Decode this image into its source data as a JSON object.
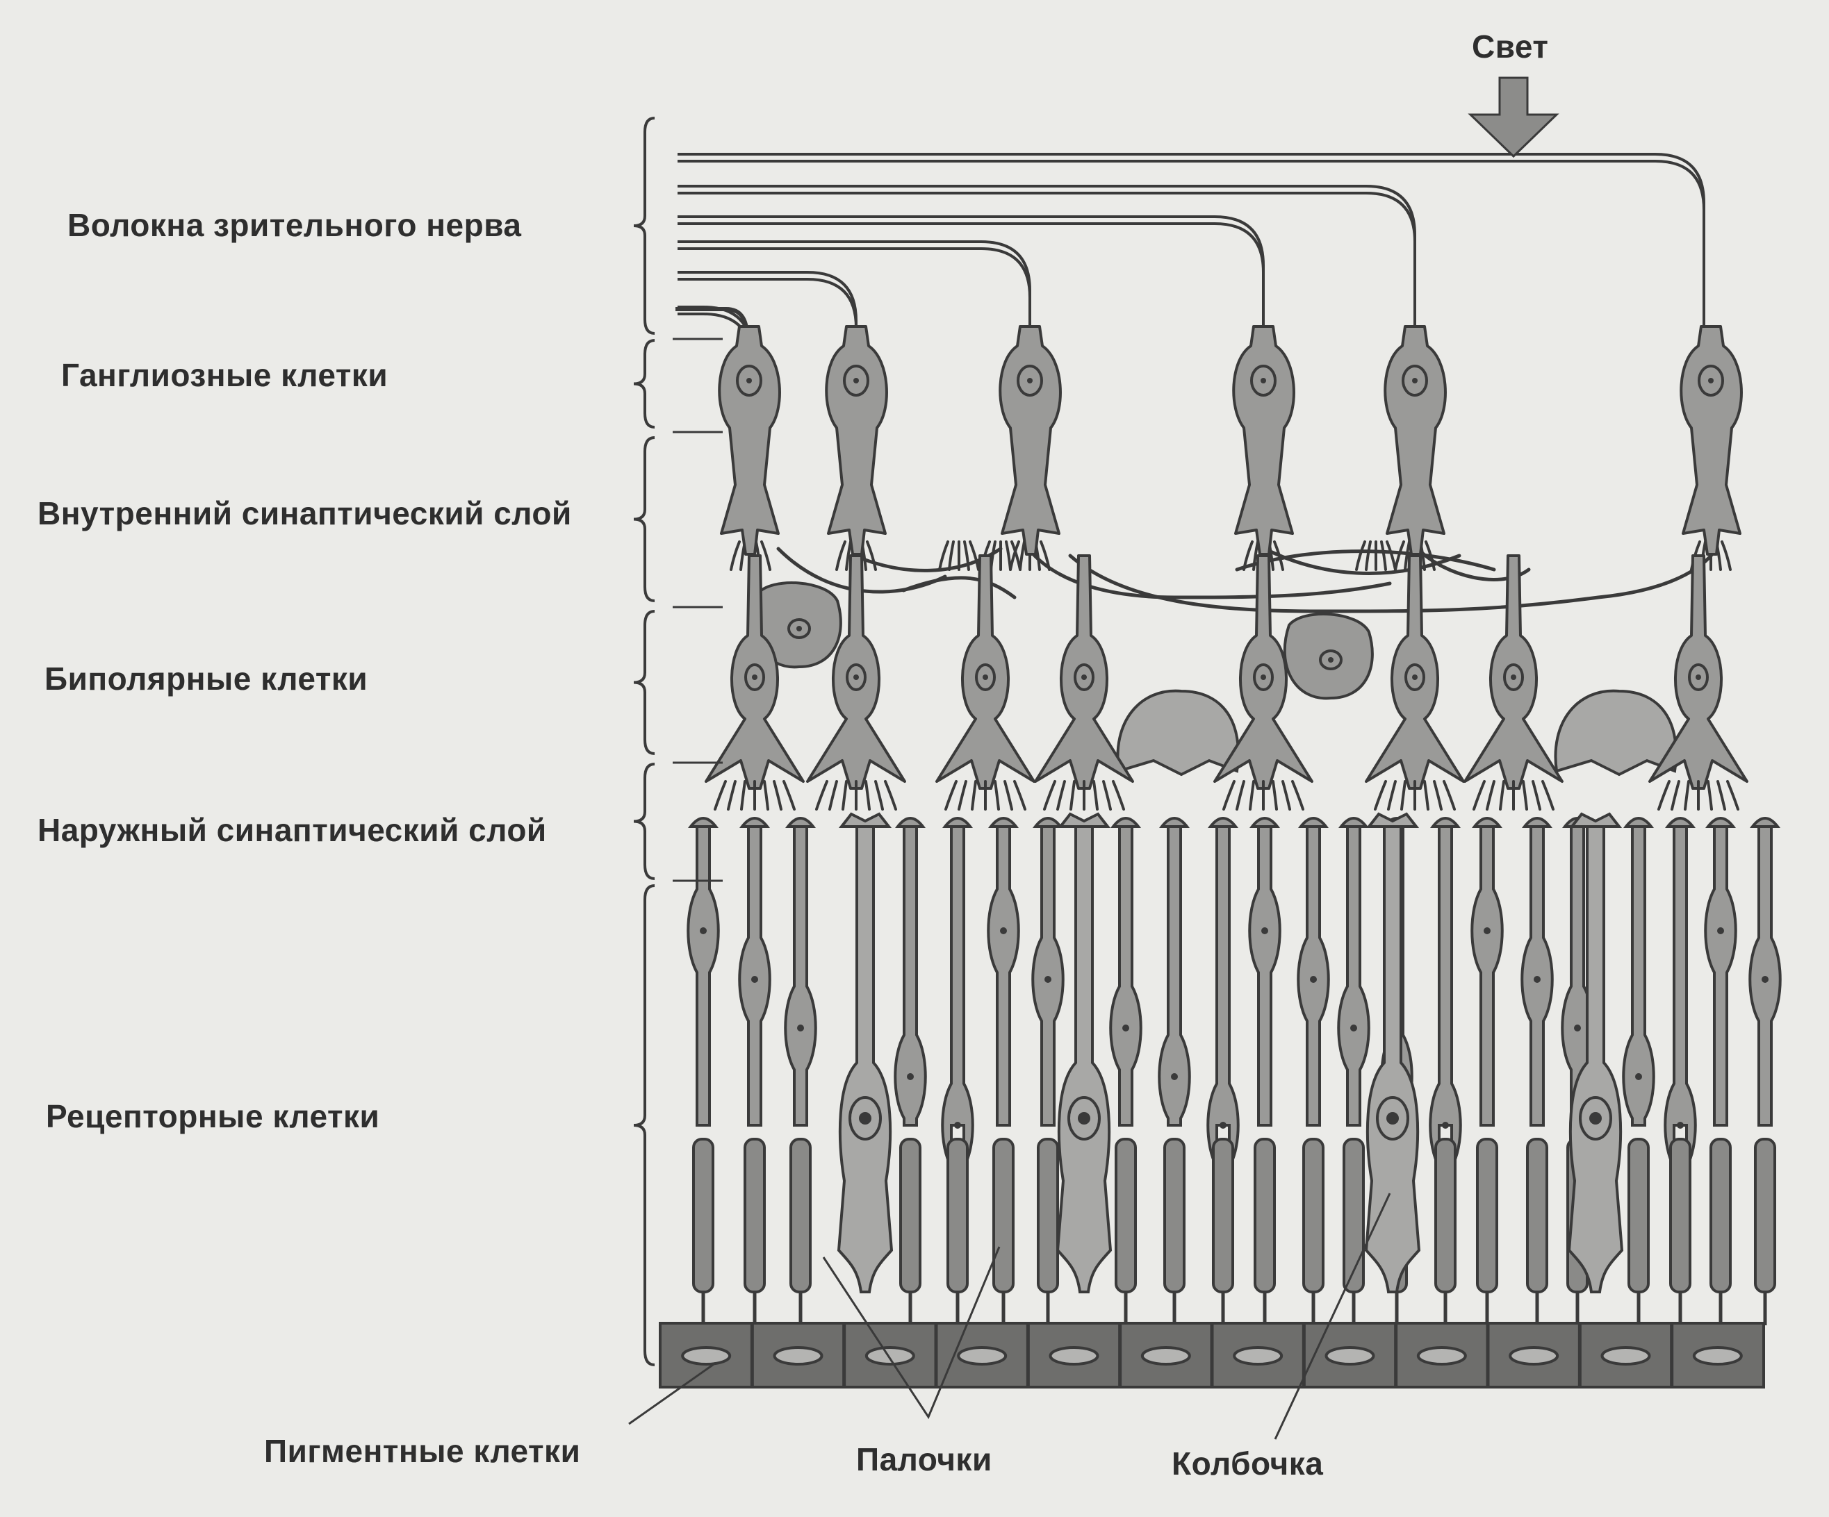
{
  "colors": {
    "background": "#ebebe8",
    "stroke": "#3a3a3a",
    "cell_fill": "#9a9a98",
    "cone_fill": "#a8a8a6",
    "outer_segment_fill": "#8a8a88",
    "pigment_fill": "#6e6e6c",
    "arrow_fill": "#8c8c8a",
    "text": "#2e2e2e"
  },
  "labels": {
    "light": "Свет",
    "optic_nerve_fibers": "Волокна зрительного нерва",
    "ganglion_cells": "Ганглиозные клетки",
    "inner_synaptic_layer": "Внутренний синаптический слой",
    "bipolar_cells": "Биполярные клетки",
    "outer_synaptic_layer": "Наружный синаптический слой",
    "receptor_cells": "Рецепторные клетки",
    "pigment_cells": "Пигментные клетки",
    "rods": "Палочки",
    "cone": "Колбочка"
  },
  "icons": {
    "light_arrow": "down-arrow-icon"
  }
}
